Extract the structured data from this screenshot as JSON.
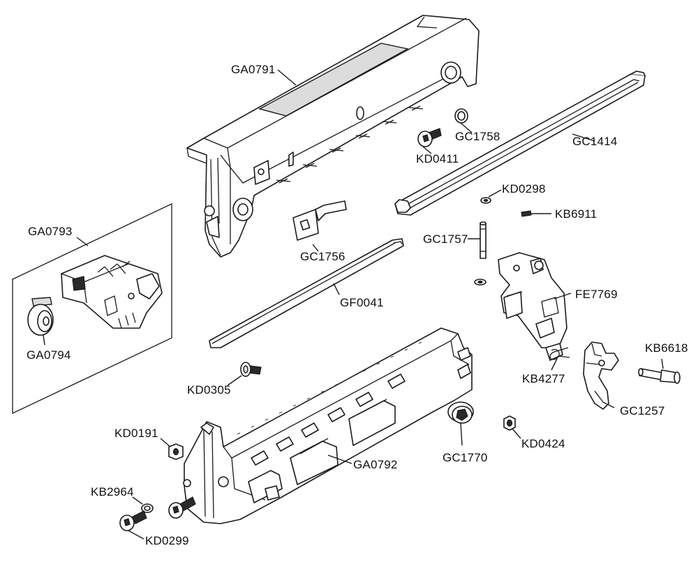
{
  "parts": [
    {
      "id": "ga0791",
      "label": "GA0791"
    },
    {
      "id": "gc1758",
      "label": "GC1758"
    },
    {
      "id": "kd0411",
      "label": "KD0411"
    },
    {
      "id": "gc1414",
      "label": "GC1414"
    },
    {
      "id": "kd0298",
      "label": "KD0298"
    },
    {
      "id": "kb6911",
      "label": "KB6911"
    },
    {
      "id": "ga0793",
      "label": "GA0793"
    },
    {
      "id": "gc1756",
      "label": "GC1756"
    },
    {
      "id": "gc1757",
      "label": "GC1757"
    },
    {
      "id": "fe7769",
      "label": "FE7769"
    },
    {
      "id": "gf0041",
      "label": "GF0041"
    },
    {
      "id": "ga0794",
      "label": "GA0794"
    },
    {
      "id": "kb6618",
      "label": "KB6618"
    },
    {
      "id": "kb4277",
      "label": "KB4277"
    },
    {
      "id": "kd0305",
      "label": "KD0305"
    },
    {
      "id": "gc1257",
      "label": "GC1257"
    },
    {
      "id": "kd0191",
      "label": "KD0191"
    },
    {
      "id": "kd0424",
      "label": "KD0424"
    },
    {
      "id": "gc1770",
      "label": "GC1770"
    },
    {
      "id": "ga0792",
      "label": "GA0792"
    },
    {
      "id": "kb2964",
      "label": "KB2964"
    },
    {
      "id": "kd0299",
      "label": "KD0299"
    }
  ]
}
